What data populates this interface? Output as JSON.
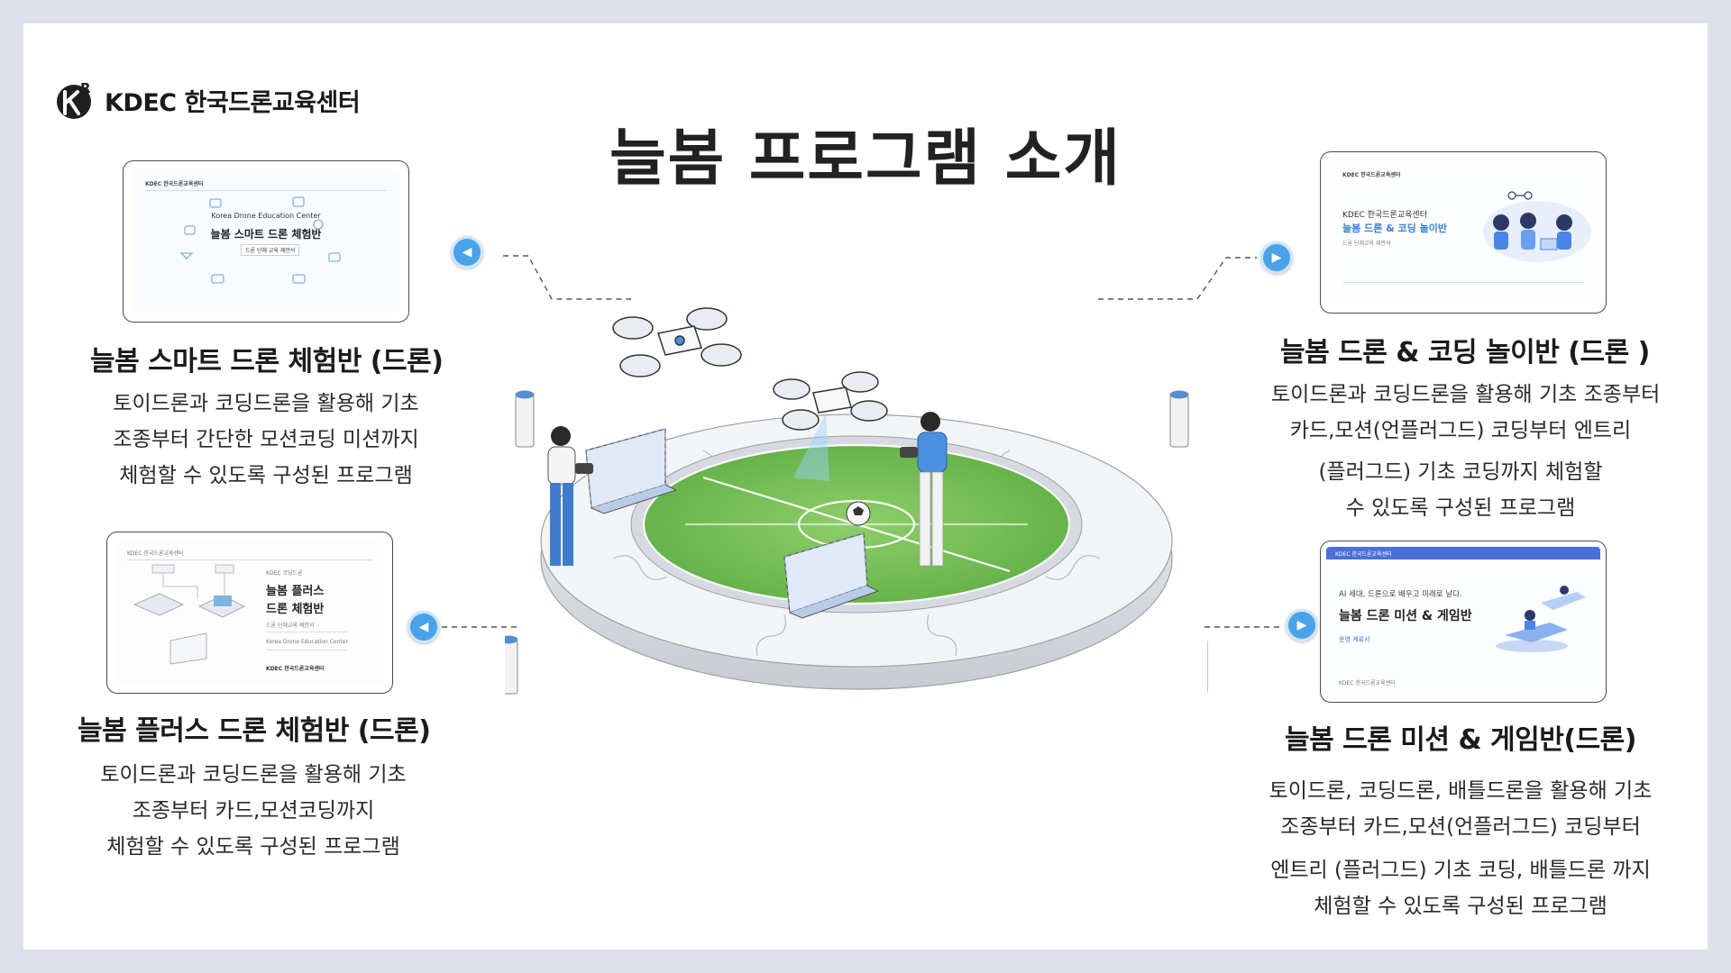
{
  "header": {
    "logo_text": "KDEC 한국드론교육센터",
    "page_title": "늘봄 프로그램 소개"
  },
  "programs": [
    {
      "title": "늘봄 스마트 드론 체험반 (드론)",
      "desc": [
        "토이드론과 코딩드론을 활용해 기초",
        "조종부터 간단한 모션코딩 미션까지",
        "체험할 수 있도록 구성된  프로그램"
      ],
      "thumb": {
        "header": "KDEC 한국드론교육센터",
        "subtitle": "Korea Drone Education Center",
        "title": "늘봄 스마트 드론 체험반",
        "badge": "드론 단체 교육 제안서"
      }
    },
    {
      "title": "늘봄 플러스 드론 체험반 (드론)",
      "desc": [
        "토이드론과 코딩드론을 활용해 기초",
        "조종부터 카드,모션코딩까지",
        "체험할 수 있도록 구성된  프로그램"
      ],
      "thumb": {
        "header": "KDEC 한국드론교육센터",
        "kicker": "KDEC 코딩드론",
        "title_line1": "늘봄 플러스",
        "title_line2": "드론 체험반",
        "sub": "드론 단체교육 제안서",
        "center": "Korea Drone Education Center",
        "footer": "KDEC 한국드론교육센터"
      }
    },
    {
      "title": "늘봄 드론 & 코딩 놀이반 (드론 )",
      "desc": [
        "토이드론과 코딩드론을 활용해 기초 조종부터",
        "카드,모션(언플러그드) 코딩부터 엔트리",
        "(플러그드) 기초 코딩까지 체험할",
        "수 있도록 구성된  프로그램"
      ],
      "thumb": {
        "header": "KDEC 한국드론교육센터",
        "title_line1": "KDEC 한국드론교육센터",
        "title_line2": "늘봄 드론 & 코딩 놀이반",
        "sub": "드론 단체교육 제안서"
      }
    },
    {
      "title": "늘봄 드론 미션 & 게임반(드론)",
      "desc": [
        "토이드론, 코딩드론, 배틀드론을 활용해 기초",
        "조종부터 카드,모션(언플러그드) 코딩부터",
        "엔트리 (플러그드) 기초 코딩, 배틀드론 까지",
        "체험할 수 있도록 구성된  프로그램"
      ],
      "thumb": {
        "header": "KDEC 한국드론교육센터",
        "kicker": "AI 세대, 드론으로 배우고 미래로 날다.",
        "title": "늘봄 드론 미션 & 게임반",
        "sub": "운영 계획서",
        "footer": "KDEC 한국드론교육센터"
      }
    }
  ],
  "colors": {
    "accent": "#4aa3e8",
    "field": "#7cc25a",
    "background": "#dee1ea"
  },
  "icons": {
    "prev": "chevron-left-icon",
    "next": "chevron-right-icon"
  }
}
